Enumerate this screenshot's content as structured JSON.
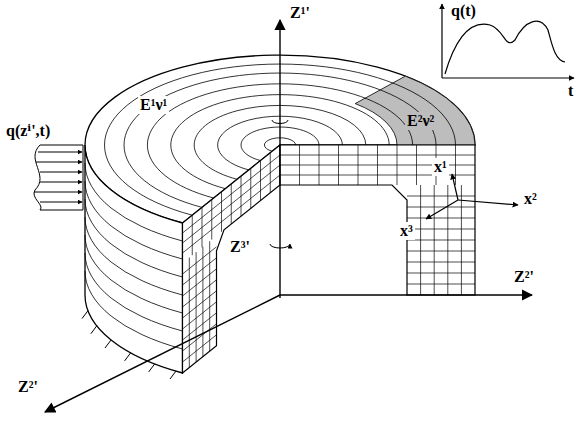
{
  "diagram": {
    "labels": [
      "q(t)",
      "t",
      "E¹ν¹",
      "E²ν²",
      "q(zⁱ',t)",
      "Z¹'",
      "x¹",
      "x²",
      "x³",
      "Z²'",
      "Z³'",
      "Z²'"
    ]
  }
}
